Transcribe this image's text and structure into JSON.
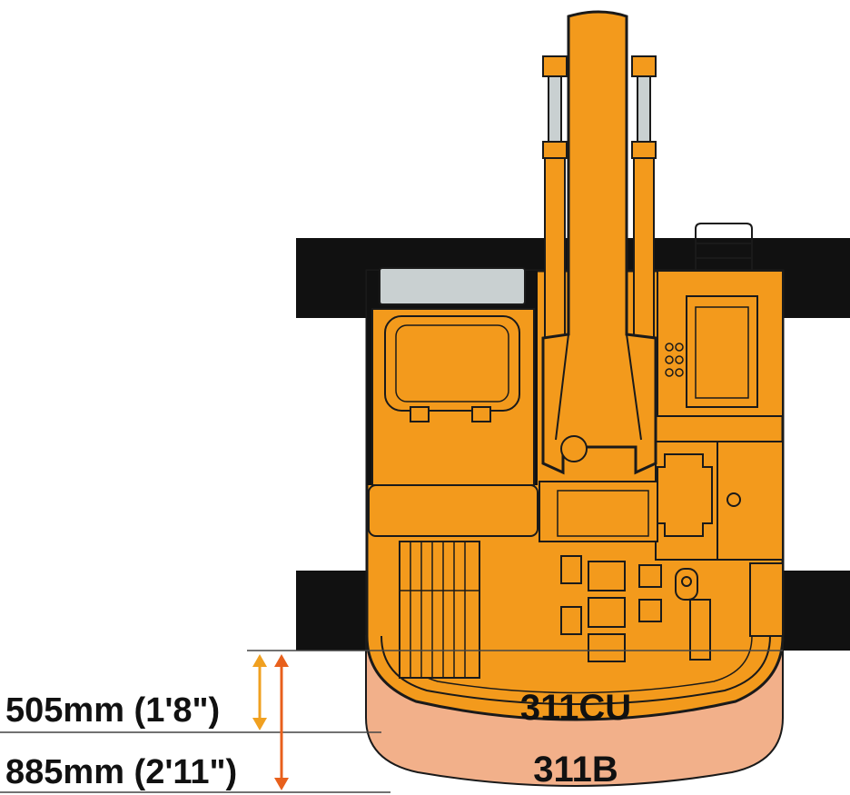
{
  "models": {
    "compact": "311CU",
    "standard": "311B"
  },
  "dimensions": {
    "compact_overhang": "505mm (1'8\")",
    "standard_overhang": "885mm (2'11\")"
  },
  "colors": {
    "body": "#f39a1c",
    "body_outline": "#1a1a1a",
    "track": "#111111",
    "rear_overhang": "#f2b08a",
    "window": "#c9d0d1",
    "arrow_compact": "#f0a020",
    "arrow_standard": "#e8601c"
  }
}
